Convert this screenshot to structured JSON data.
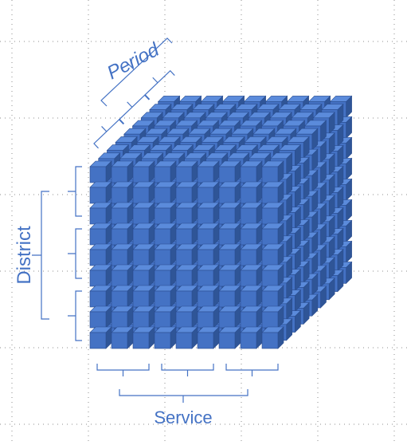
{
  "labels": {
    "period": "Period",
    "district": "District",
    "service": "Service"
  },
  "cube": {
    "service_count": 9,
    "district_count": 9,
    "period_count": 9,
    "service_groups": 3,
    "district_groups": 3,
    "period_groups": 3
  },
  "colors": {
    "cube_front": "#4472C4",
    "cube_top": "#5B8BDB",
    "cube_side": "#2F5597",
    "cube_stroke": "#2A4D8F",
    "bracket": "#4472C4",
    "grid": "#8E8E8E"
  }
}
